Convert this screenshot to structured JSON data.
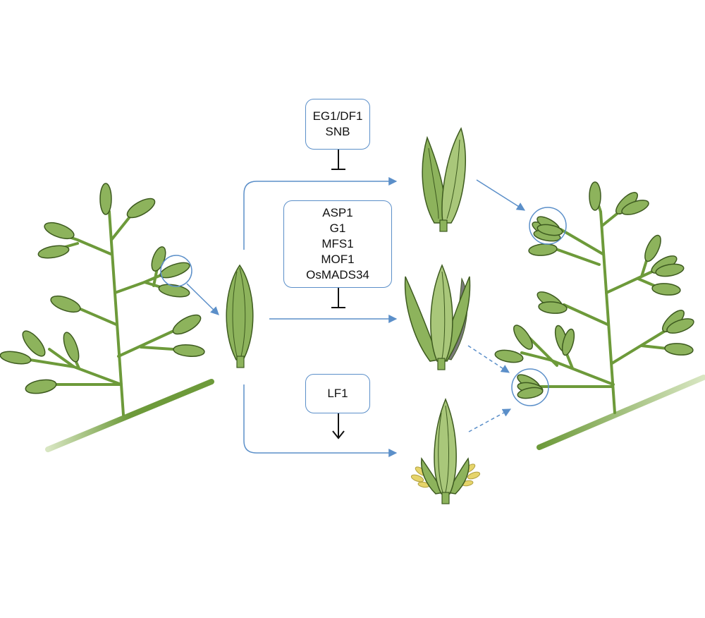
{
  "colors": {
    "spikelet_fill": "#8db35c",
    "spikelet_light": "#a9c77a",
    "spikelet_stroke": "#3d5a1f",
    "branch": "#6d9a3a",
    "arrow": "#5b8fc9",
    "anther": "#e6d46a",
    "box_border": "#5b8fc9"
  },
  "regulators": {
    "top": [
      "EG1/DF1",
      "SNB"
    ],
    "middle": [
      "ASP1",
      "G1",
      "MFS1",
      "MOF1",
      "OsMADS34"
    ],
    "bottom": [
      "LF1"
    ]
  },
  "regulation": {
    "top": "repression",
    "middle": "repression",
    "bottom": "activation"
  }
}
